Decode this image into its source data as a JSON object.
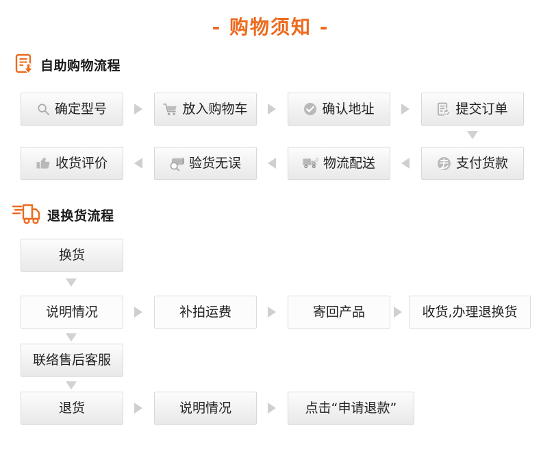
{
  "title": {
    "dash_left": "-",
    "text": "购物须知",
    "dash_right": "-",
    "color": "#ec6a1e"
  },
  "sections": [
    {
      "id": "shopping-flow",
      "heading": "自助购物流程",
      "icon": "clipboard-download-icon",
      "icon_color": "#ec6a1e",
      "rows": [
        {
          "direction": "right",
          "steps": [
            {
              "label": "确定型号",
              "icon": "search-icon"
            },
            {
              "label": "放入购物车",
              "icon": "shopping-cart-icon"
            },
            {
              "label": "确认地址",
              "icon": "check-circle-icon"
            },
            {
              "label": "提交订单",
              "icon": "document-check-icon"
            }
          ]
        },
        {
          "direction": "left",
          "steps": [
            {
              "label": "收货评价",
              "icon": "thumbs-up-icon"
            },
            {
              "label": "验货无误",
              "icon": "inspect-package-icon"
            },
            {
              "label": "物流配送",
              "icon": "delivery-truck-icon"
            },
            {
              "label": "支付货款",
              "icon": "alipay-circle-icon"
            }
          ]
        }
      ],
      "connector": "down-arrow-right-column"
    },
    {
      "id": "return-exchange-flow",
      "heading": "退换货流程",
      "icon": "fast-truck-icon",
      "icon_color": "#ec6a1e",
      "rows": [
        {
          "direction": "none",
          "steps": [
            {
              "label": "换货"
            }
          ]
        },
        {
          "direction": "right",
          "steps": [
            {
              "label": "说明情况"
            },
            {
              "label": "补拍运费"
            },
            {
              "label": "寄回产品"
            },
            {
              "label": "收货,办理退换货"
            }
          ]
        },
        {
          "direction": "none",
          "steps": [
            {
              "label": "联络售后客服"
            }
          ]
        },
        {
          "direction": "right",
          "steps": [
            {
              "label": "退货"
            },
            {
              "label": "说明情况"
            },
            {
              "label": "点击“申请退款”"
            }
          ]
        }
      ]
    }
  ],
  "colors": {
    "accent": "#ec6a1e",
    "box_border": "#d8d8d8",
    "box_fill_top": "#fdfdfd",
    "box_fill_bottom": "#e9e9e9",
    "arrow": "#cfcfcf",
    "text": "#222222"
  }
}
